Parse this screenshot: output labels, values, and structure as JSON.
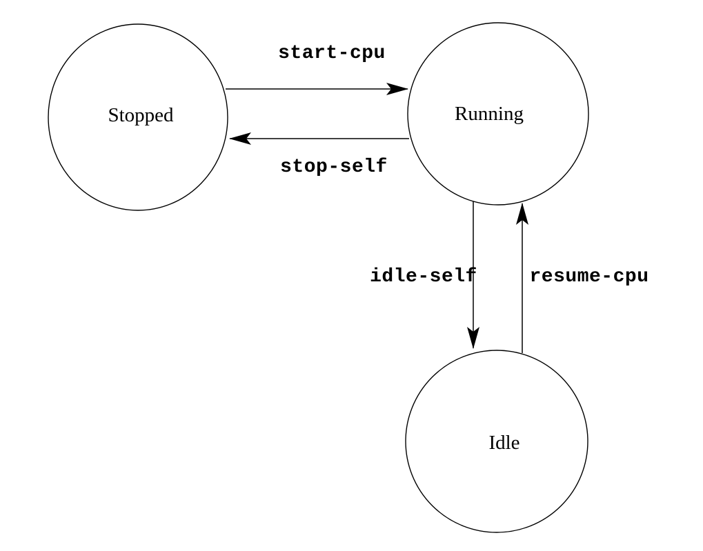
{
  "diagram": {
    "type": "state-machine",
    "states": [
      {
        "id": "stopped",
        "label": "Stopped"
      },
      {
        "id": "running",
        "label": "Running"
      },
      {
        "id": "idle",
        "label": "Idle"
      }
    ],
    "transitions": [
      {
        "id": "start-cpu",
        "label": "start-cpu",
        "from": "Stopped",
        "to": "Running"
      },
      {
        "id": "stop-self",
        "label": "stop-self",
        "from": "Running",
        "to": "Stopped"
      },
      {
        "id": "idle-self",
        "label": "idle-self",
        "from": "Running",
        "to": "Idle"
      },
      {
        "id": "resume-cpu",
        "label": "resume-cpu",
        "from": "Idle",
        "to": "Running"
      }
    ],
    "colors": {
      "background": "#ffffff",
      "stroke": "#000000",
      "state_text": "#000000",
      "transition_text": "#000000"
    }
  }
}
